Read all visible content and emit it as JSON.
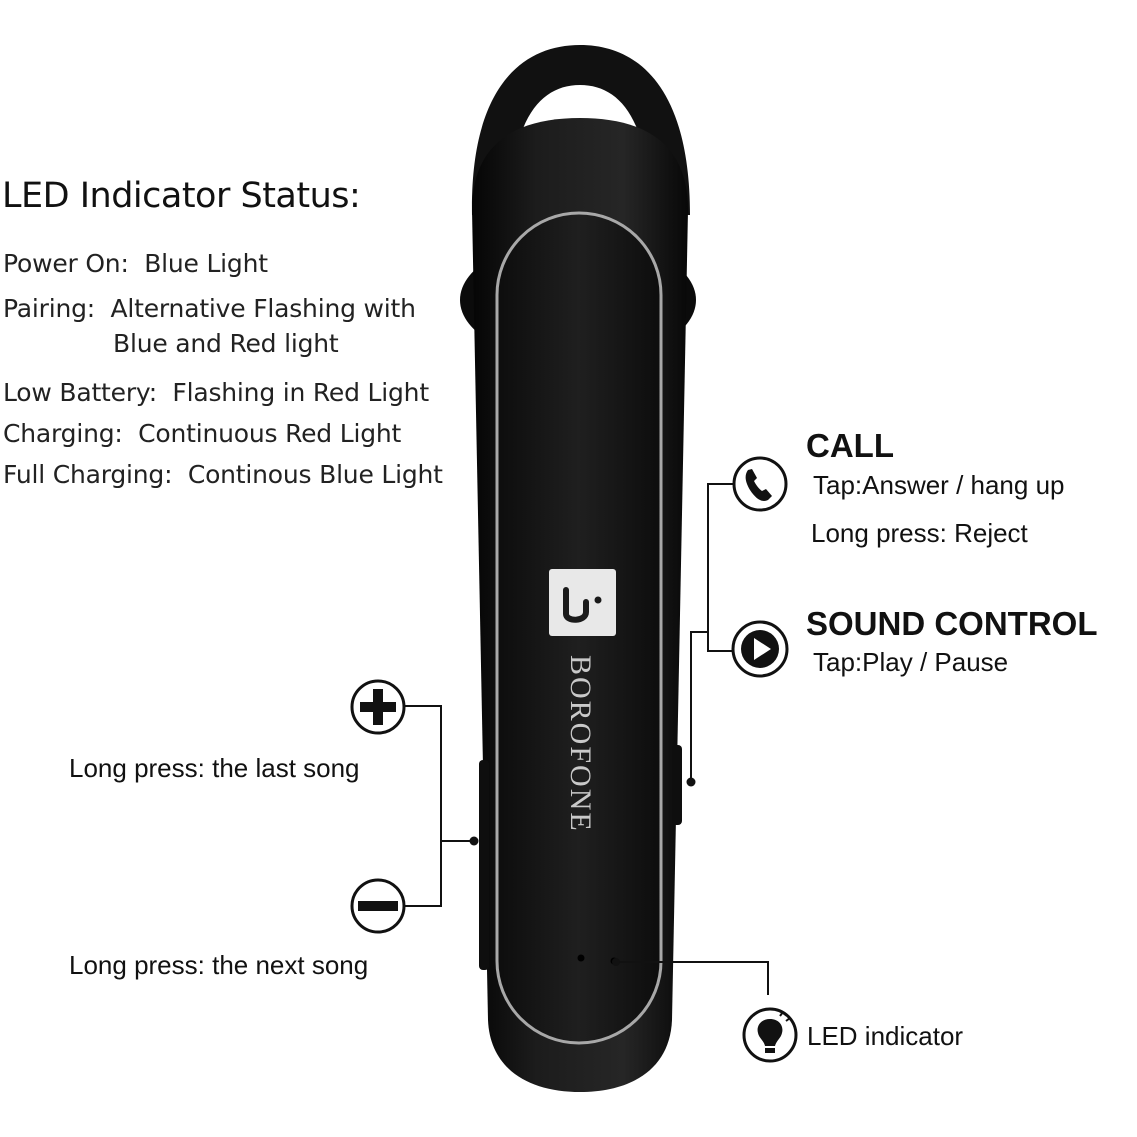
{
  "led_status": {
    "title": "LED Indicator Status:",
    "rows": [
      {
        "label": "Power On:",
        "value": "Blue Light"
      },
      {
        "label": "Pairing:",
        "value": "Alternative Flashing with",
        "value_line2": "Blue and Red light"
      },
      {
        "label": "Low Battery:",
        "value": "Flashing in Red Light"
      },
      {
        "label": "Charging:",
        "value": "Continuous Red Light"
      },
      {
        "label": "Full Charging:",
        "value": "Continous Blue Light"
      }
    ]
  },
  "call": {
    "title": "CALL",
    "tap": "Tap:Answer / hang up",
    "long_press": "Long press: Reject",
    "icon": "phone-icon"
  },
  "sound": {
    "title": "SOUND CONTROL",
    "tap": "Tap:Play / Pause",
    "icon": "play-icon"
  },
  "volume": {
    "plus_label": "Long press: the last song",
    "minus_label": "Long press: the next song",
    "plus_icon": "plus-icon",
    "minus_icon": "minus-icon"
  },
  "led": {
    "label": "LED indicator",
    "icon": "lightbulb-icon"
  },
  "product": {
    "brand": "BOROFONE",
    "logo": "borofone-logo",
    "body_color": "#161616",
    "rim_color": "#9a9a9a"
  }
}
